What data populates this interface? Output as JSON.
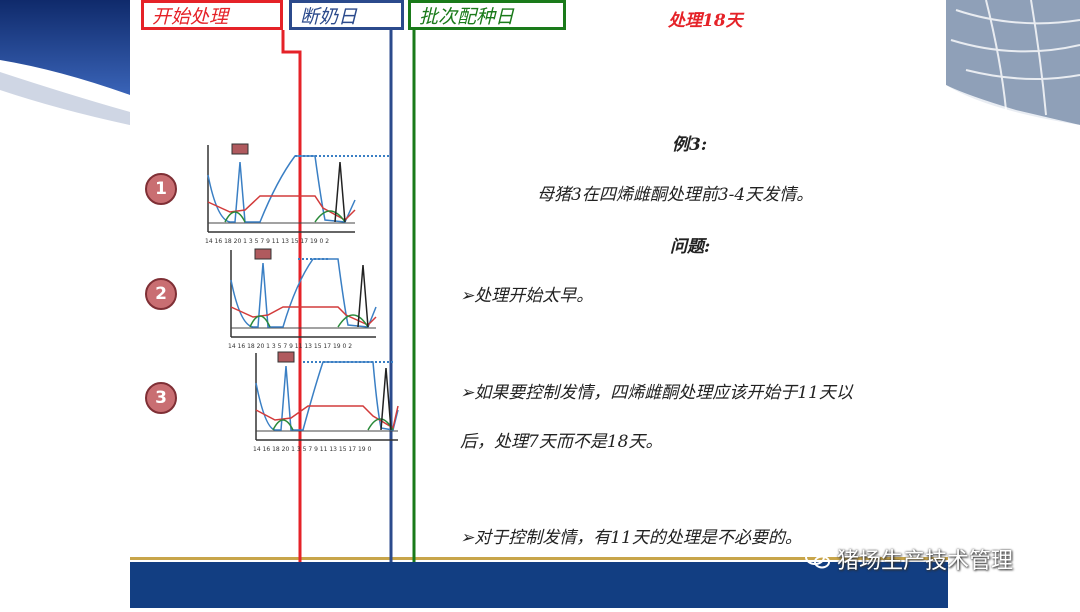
{
  "headers": {
    "start": "开始处理",
    "wean": "断奶日",
    "breed": "批次配种日",
    "days": "处理18天"
  },
  "example_title": "例3:",
  "example_desc": "母猪3在四烯雌酮处理前3-4天发情。",
  "question_title": "问题:",
  "bullets": [
    "➢处理开始太早。",
    "➢如果要控制发情，四烯雌酮处理应该开始于11天以",
    "后，处理7天而不是18天。",
    "➢对于控制发情，有11天的处理是不必要的。"
  ],
  "charts": [
    {
      "label": "1",
      "ticks": "14 16 18 20  1  3  5  7  9  11 13 15 17 19  0  2"
    },
    {
      "label": "2",
      "ticks": "14 16 18 20  1  3  5  7  9  11 13 15 17 19  0  2"
    },
    {
      "label": "3",
      "ticks": "14 16 18 20  1  3  5  7  9  11 13 15 17 19  0"
    }
  ],
  "watermark": "猪场生产技术管理",
  "colors": {
    "start_red": "#e52228",
    "wean_blue": "#2b4a8c",
    "breed_green": "#1a7a1a",
    "bottom_bar": "#123e82",
    "circle": "#c96e72"
  }
}
